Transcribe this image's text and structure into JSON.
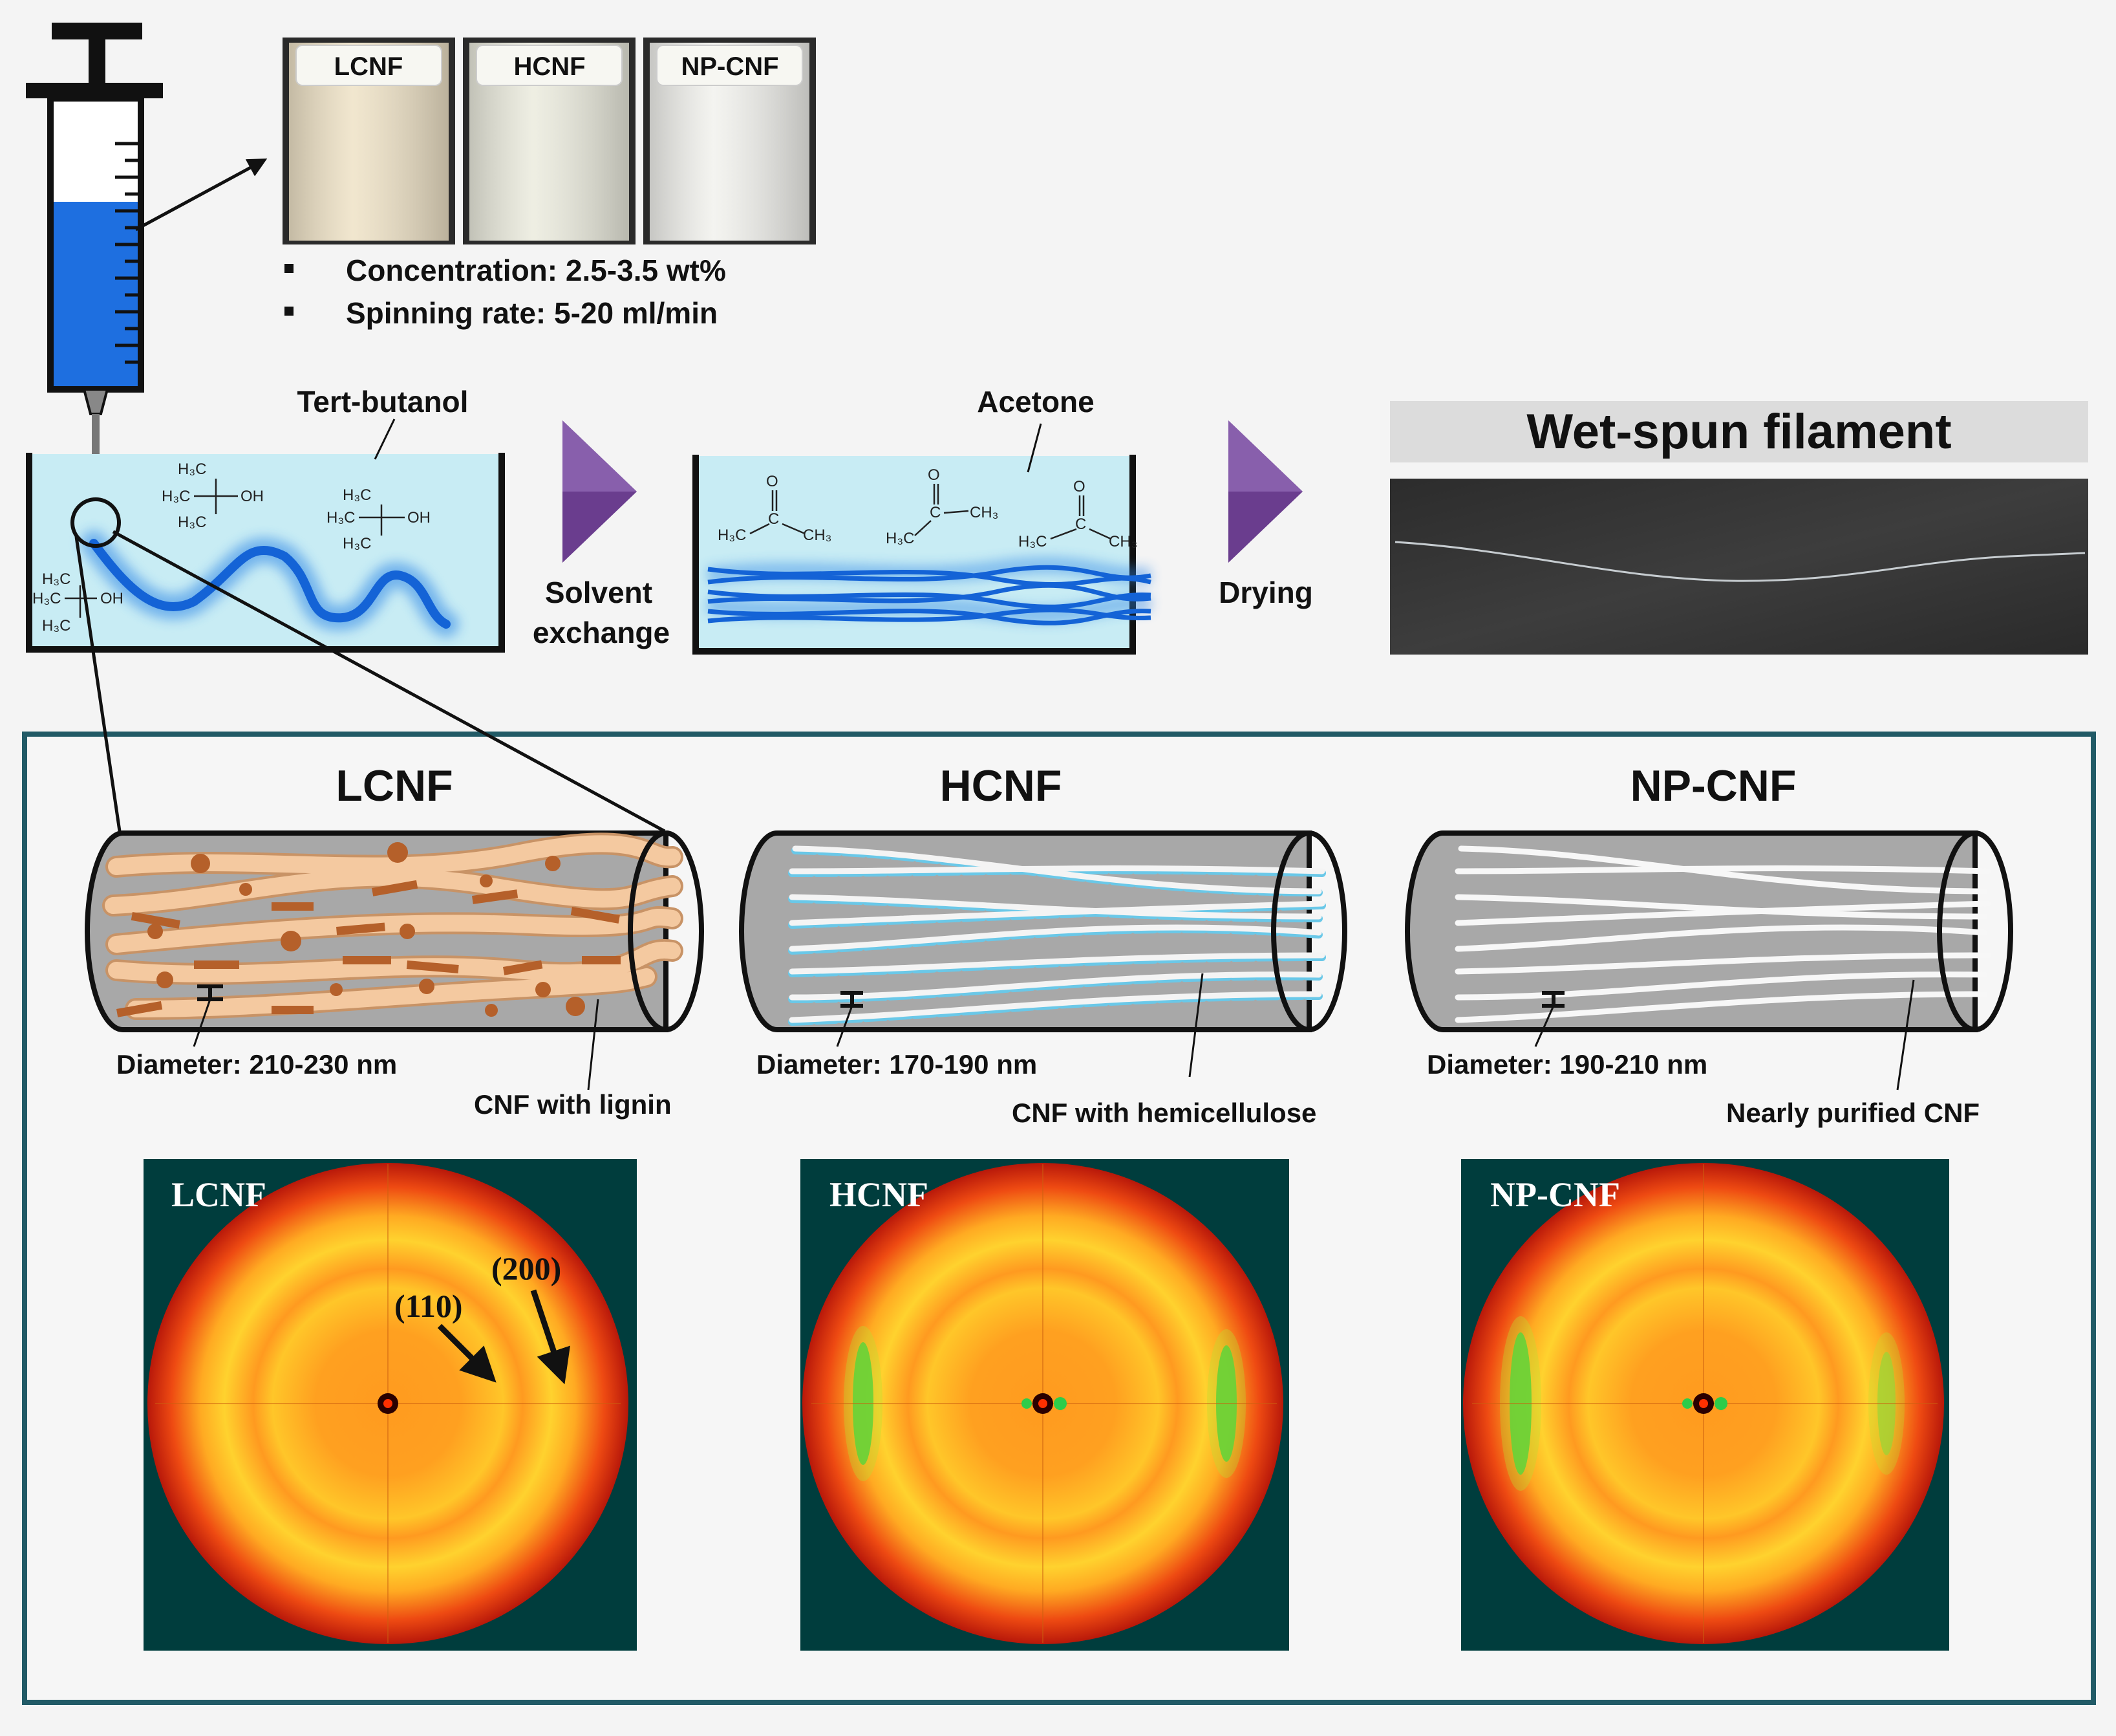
{
  "containers": [
    {
      "label": "LCNF",
      "color": "#efe3c8"
    },
    {
      "label": "HCNF",
      "color": "#ececdf"
    },
    {
      "label": "NP-CNF",
      "color": "#f2f2ee"
    }
  ],
  "conditions": [
    "Concentration: 2.5-3.5 wt%",
    "Spinning rate: 5-20 ml/min"
  ],
  "process": {
    "bath1_label": "Tert-butanol",
    "bath2_label": "Acetone",
    "step1_line1": "Solvent",
    "step1_line2": "exchange",
    "step2_label": "Drying",
    "filament_title": "Wet-spun filament"
  },
  "chem": {
    "h3c": "H₃C",
    "ch3": "CH₃",
    "oh": "OH",
    "c": "C",
    "o": "O"
  },
  "fibers": [
    {
      "title": "LCNF",
      "diameter": "Diameter: 210-230 nm",
      "composition": "CNF with lignin"
    },
    {
      "title": "HCNF",
      "diameter": "Diameter: 170-190 nm",
      "composition": "CNF with hemicellulose"
    },
    {
      "title": "NP-CNF",
      "diameter": "Diameter: 190-210 nm",
      "composition": "Nearly purified CNF"
    }
  ],
  "xrd": [
    {
      "label": "LCNF"
    },
    {
      "label": "HCNF"
    },
    {
      "label": "NP-CNF"
    }
  ],
  "xrd_peaks": {
    "p110": "(110)",
    "p200": "(200)"
  },
  "colors": {
    "syringe_liquid": "#1e6fe0",
    "bath_water": "#c8ecf4",
    "process_arrow": "#6a3d8e",
    "panel_border": "#215a66",
    "xrd_background": "#003d3d",
    "lignin_fiber": "#f4c9a0",
    "lignin_particle": "#b5602a",
    "hemicellulose_fiber": "#6ac8e8"
  }
}
